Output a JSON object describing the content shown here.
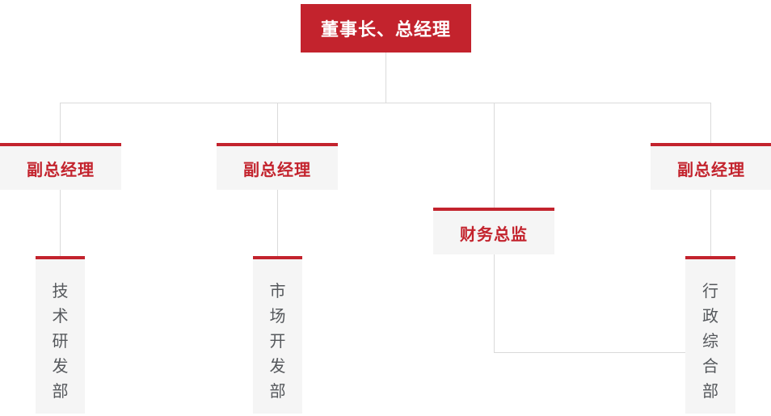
{
  "colors": {
    "brand_red": "#c3232d",
    "box_gray": "#f5f5f5",
    "line_gray": "#dadada",
    "text_dark": "#55585c"
  },
  "diagram": {
    "type": "org-chart",
    "root": {
      "label": "董事长、总经理"
    },
    "level2": [
      {
        "label": "副总经理"
      },
      {
        "label": "副总经理"
      },
      {
        "label": "财务总监"
      },
      {
        "label": "副总经理"
      }
    ],
    "level3": [
      {
        "label": "技术研发部"
      },
      {
        "label": "市场开发部"
      },
      {
        "label": "行政综合部"
      }
    ]
  }
}
